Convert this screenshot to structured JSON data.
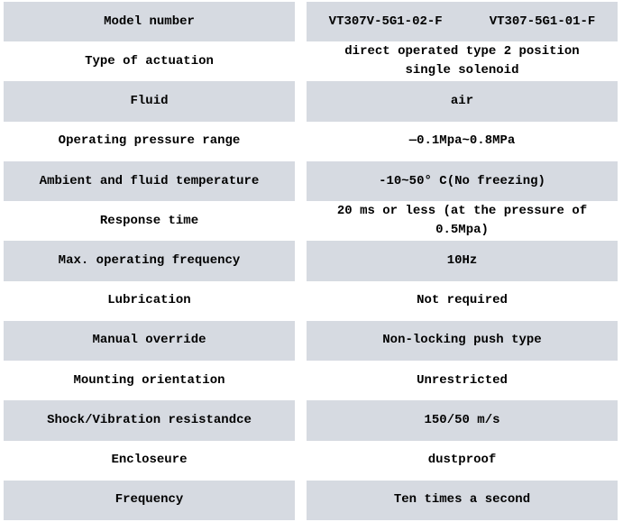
{
  "table": {
    "colors": {
      "row_shade": "#d6dae1",
      "background": "#ffffff",
      "text": "#000000"
    },
    "rows": [
      {
        "label": "Model number",
        "value": "VT307V-5G1-02-F",
        "value2": "VT307-5G1-01-F"
      },
      {
        "label": "Type of actuation",
        "value": "direct operated type 2 position\nsingle solenoid"
      },
      {
        "label": "Fluid",
        "value": "air"
      },
      {
        "label": "Operating pressure range",
        "value": "—0.1Mpa~0.8MPa"
      },
      {
        "label": "Ambient and fluid temperature",
        "value": "-10~50° C(No freezing)"
      },
      {
        "label": "Response time",
        "value": "20 ms or less (at the pressure of\n0.5Mpa)"
      },
      {
        "label": "Max. operating frequency",
        "value": "10Hz"
      },
      {
        "label": "Lubrication",
        "value": "Not required"
      },
      {
        "label": "Manual override",
        "value": "Non-locking push type"
      },
      {
        "label": "Mounting orientation",
        "value": "Unrestricted"
      },
      {
        "label": "Shock/Vibration resistandce",
        "value": "150/50 m/s"
      },
      {
        "label": "Encloseure",
        "value": "dustproof"
      },
      {
        "label": "Frequency",
        "value": "Ten times a second"
      }
    ]
  }
}
